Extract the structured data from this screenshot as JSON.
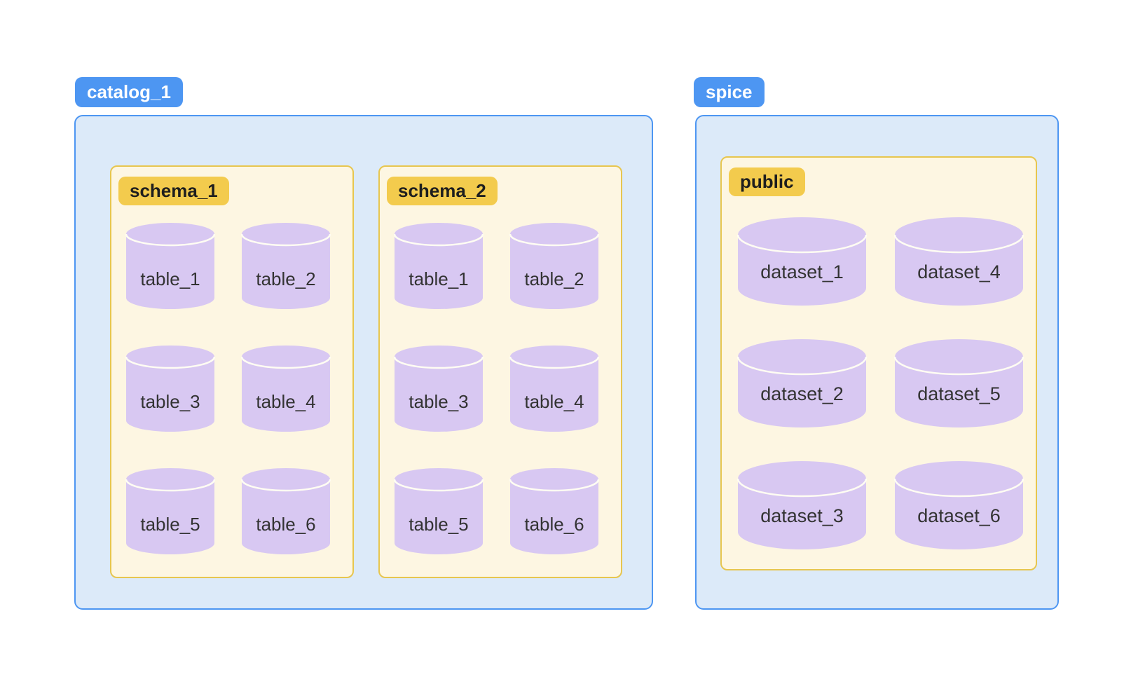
{
  "colors": {
    "blue": "#4D96F2",
    "blue-bg": "#DCEAF9",
    "cream-bg": "#FDF6E2",
    "cream-border": "#E7C64F",
    "yellow": "#F3CB4D",
    "purple": "#D8C8F2",
    "arc": "#FFFDF3",
    "badge-dark-text": "#1E1E1E",
    "label-text": "#333333",
    "badge-light-text": "#FFFFFF",
    "page-bg": "#FFFFFF"
  },
  "catalog": {
    "label": "catalog_1",
    "schemas": [
      {
        "label": "schema_1",
        "tables": [
          "table_1",
          "table_2",
          "table_3",
          "table_4",
          "table_5",
          "table_6"
        ]
      },
      {
        "label": "schema_2",
        "tables": [
          "table_1",
          "table_2",
          "table_3",
          "table_4",
          "table_5",
          "table_6"
        ]
      }
    ]
  },
  "spice": {
    "label": "spice",
    "schemas": [
      {
        "label": "public",
        "datasets": [
          "dataset_1",
          "dataset_2",
          "dataset_3",
          "dataset_4",
          "dataset_5",
          "dataset_6"
        ]
      }
    ]
  }
}
